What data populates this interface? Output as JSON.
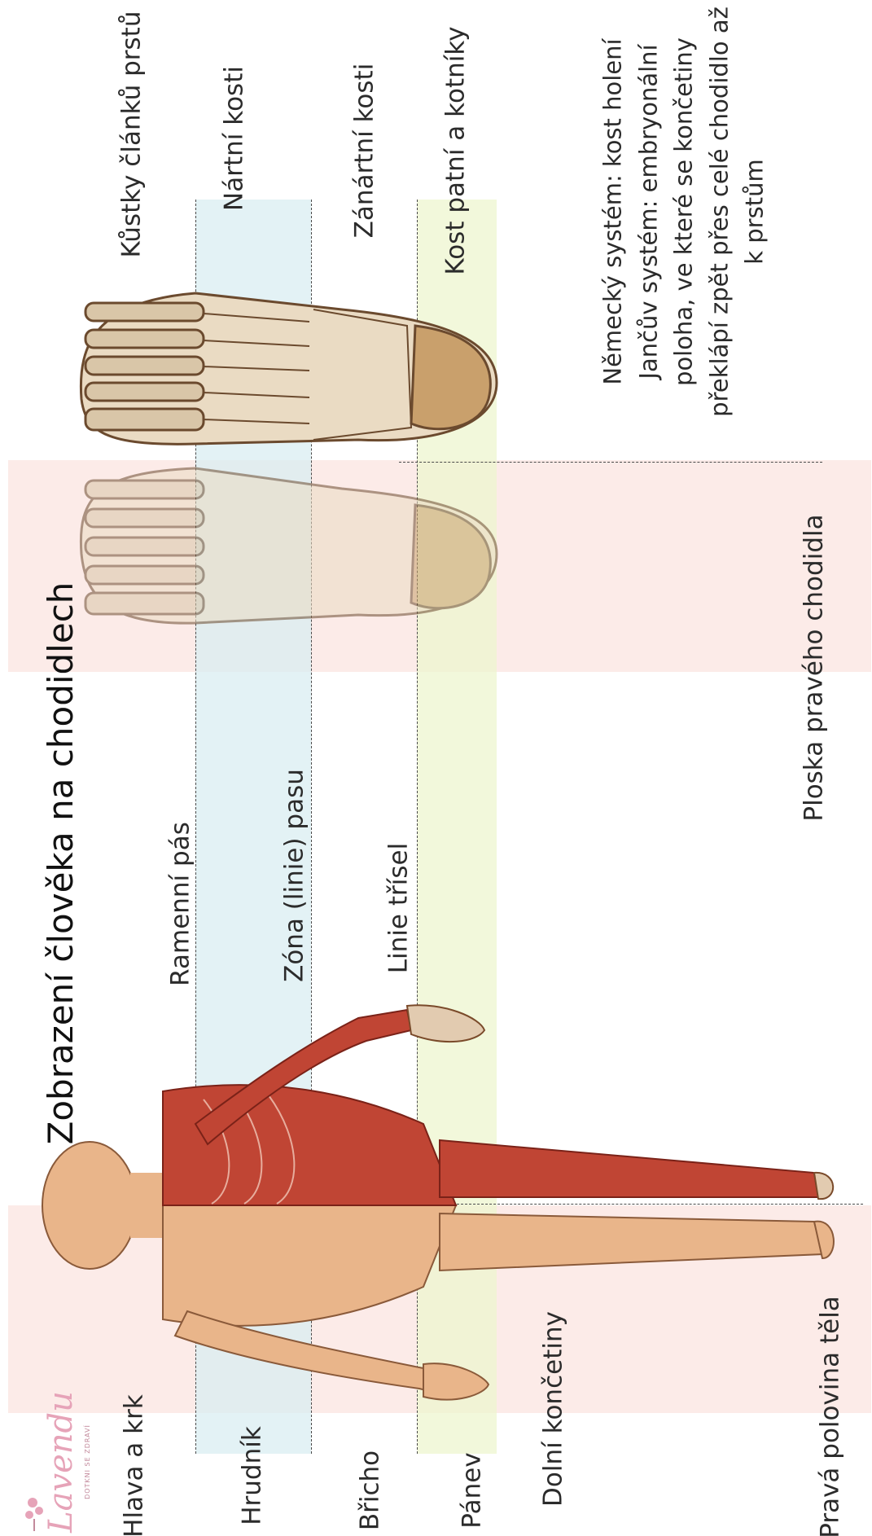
{
  "title": "Zobrazení člověka na chodidlech",
  "logo": {
    "name": "Lavendu",
    "tagline": "DOTKNI SE ZDRAVÍ"
  },
  "body_zones": [
    "Hlava a krk",
    "Hrudník",
    "Břicho",
    "Pánev",
    "Dolní končetiny",
    "Pravá polovina těla"
  ],
  "body_lines": [
    "Ramenní pás",
    "Zóna (linie) pasu",
    "Linie třísel"
  ],
  "foot_zones": [
    "Kůstky článků prstů",
    "Nártní kosti",
    "Zánártní kosti",
    "Kost patní a kotníky"
  ],
  "sole_label": "Ploska pravého chodidla",
  "note": "Německý systém: kost holení Jančův systém: embryonální poloha, ve které se končetiny překlápí zpět přes celé chodidlo až k prstům",
  "colors": {
    "pink_band": "#fbe8e4",
    "blue_band": "#d9eef2",
    "yellow_band": "#eef5cf",
    "muscle": "#b8382c",
    "skin": "#e9b58a",
    "bone": "#e7d6bd"
  }
}
